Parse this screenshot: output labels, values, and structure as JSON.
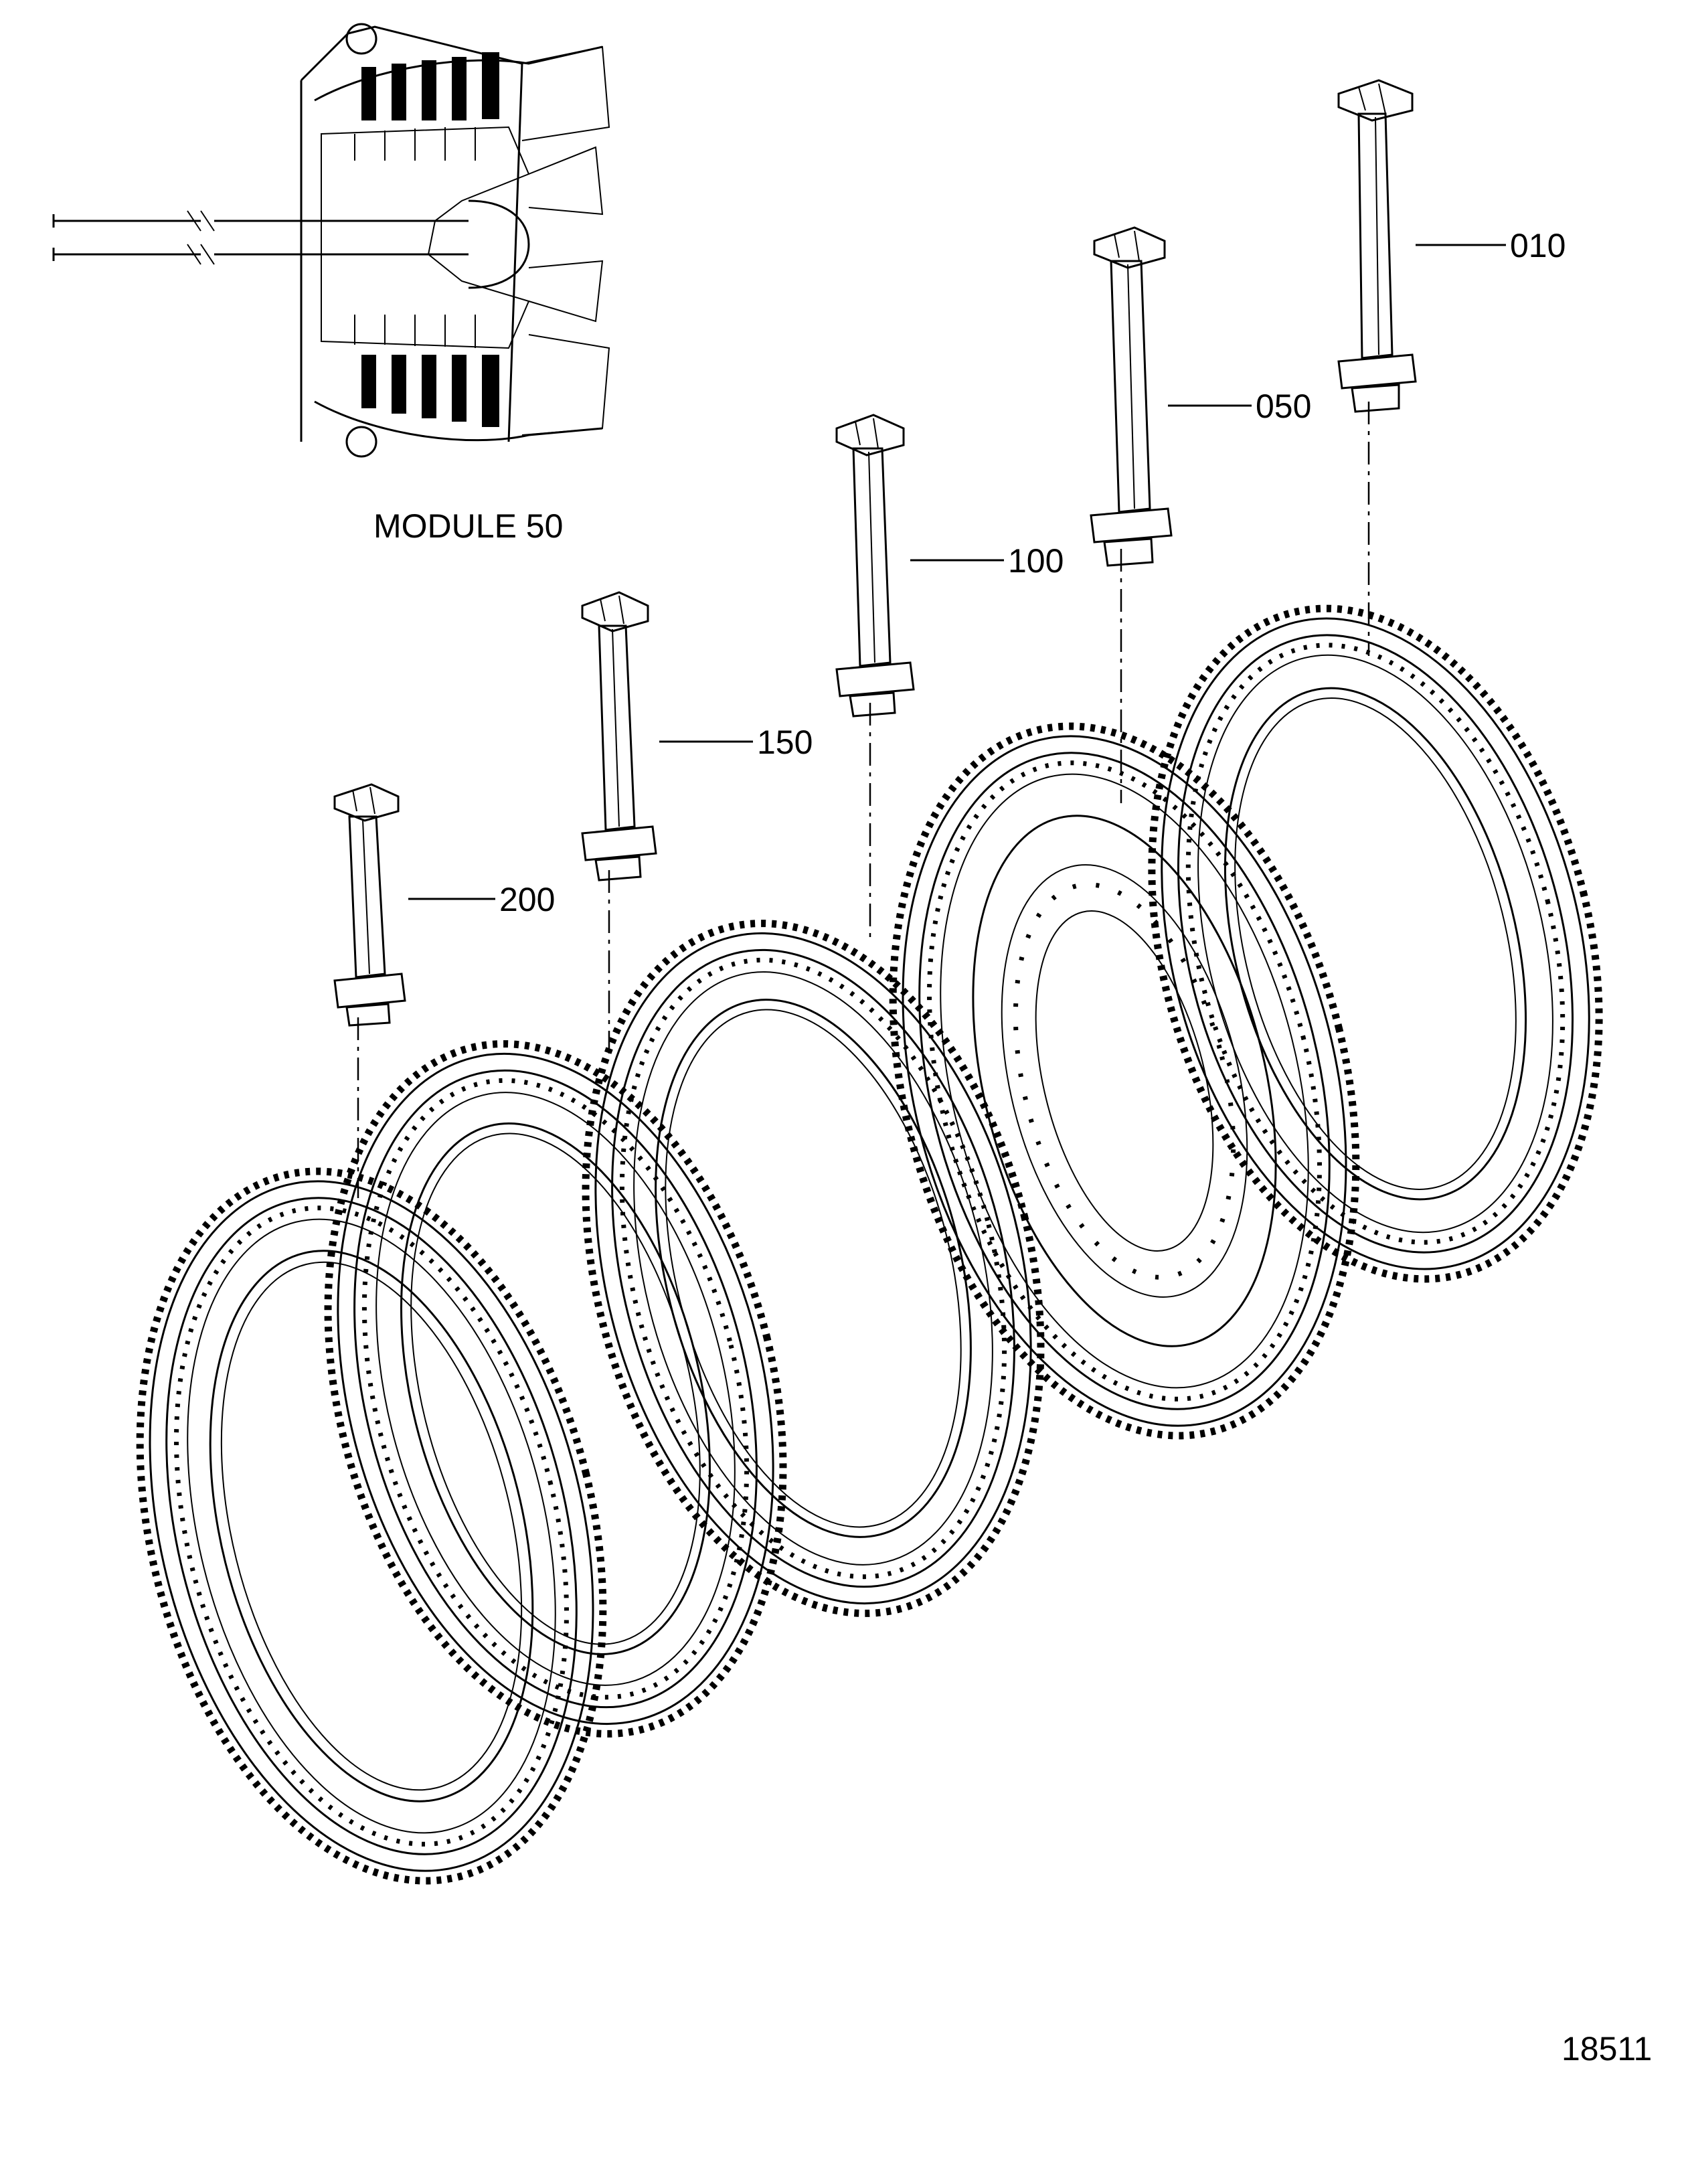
{
  "module_label": "MODULE 50",
  "drawing_number": "18511",
  "callouts": [
    {
      "id": "c010",
      "text": "010"
    },
    {
      "id": "c050",
      "text": "050"
    },
    {
      "id": "c100",
      "text": "100"
    },
    {
      "id": "c150",
      "text": "150"
    },
    {
      "id": "c200",
      "text": "200"
    }
  ]
}
